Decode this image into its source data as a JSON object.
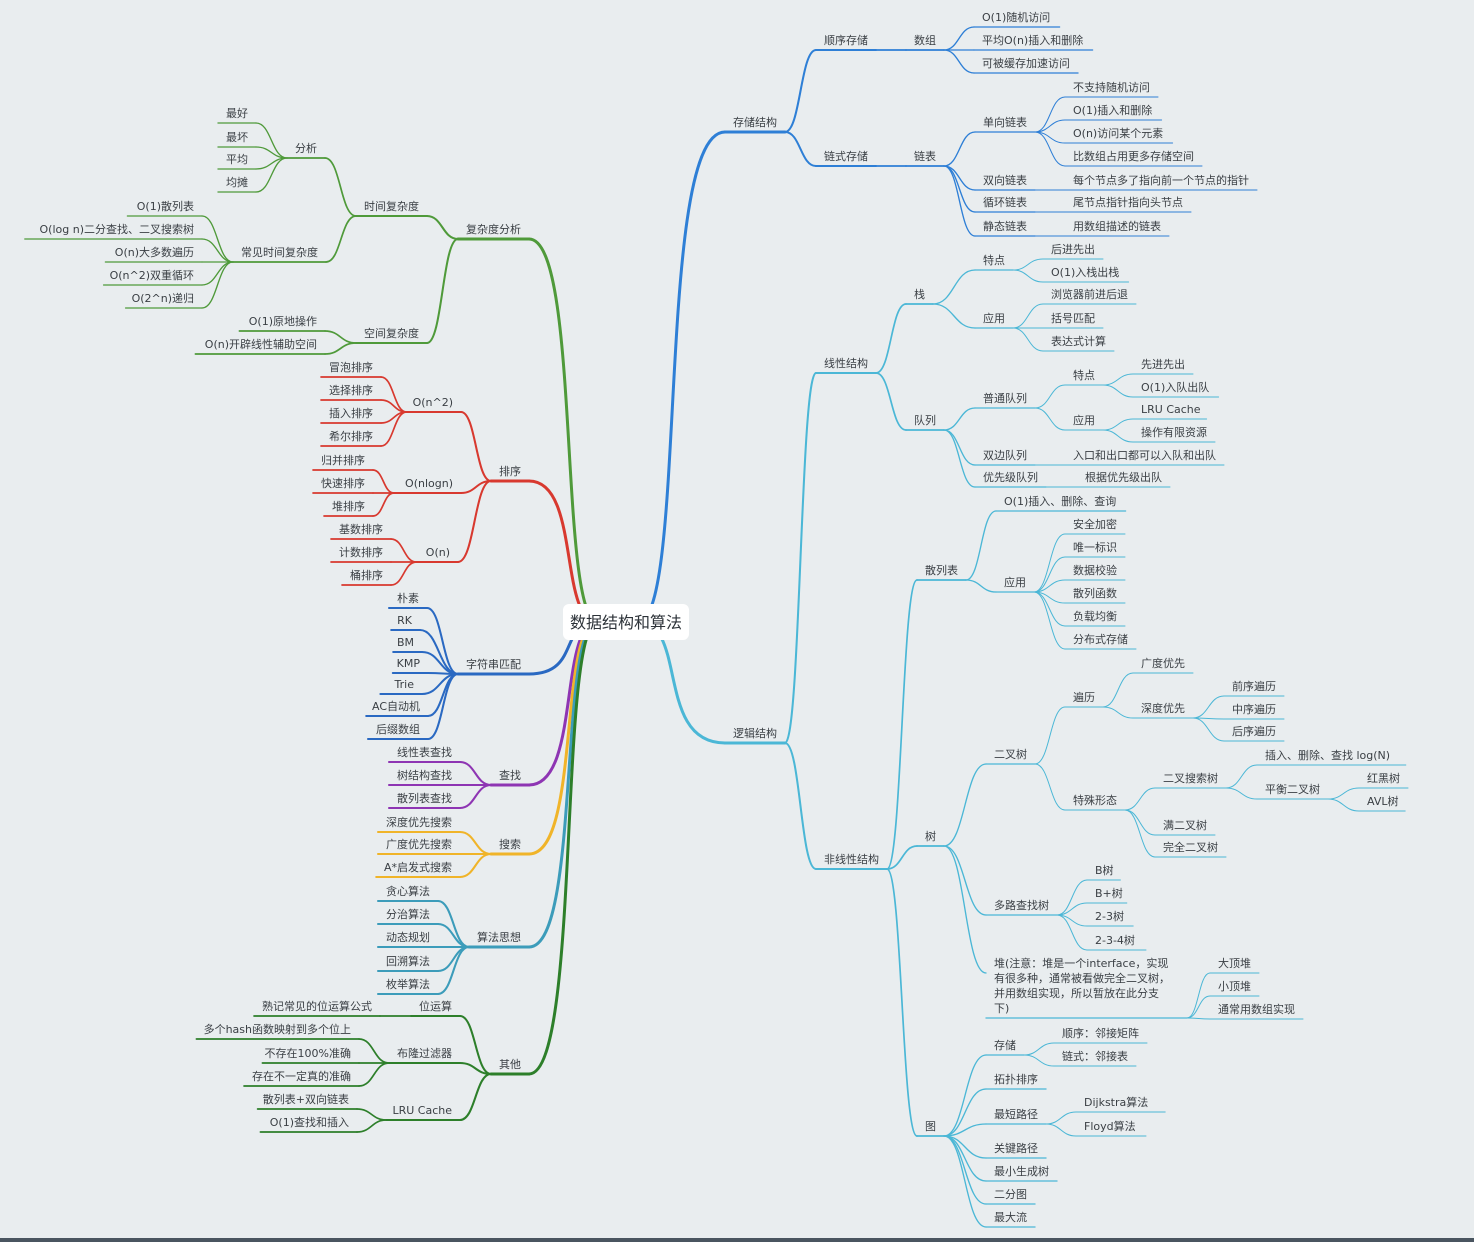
{
  "title": "数据结构和算法",
  "colors": {
    "blue": "#2e7fd6",
    "cyan": "#4bb7d6",
    "green": "#4f9a3a",
    "red": "#d8392f",
    "darkblue": "#2a69c2",
    "purple": "#8e35b3",
    "yellow": "#f0b429",
    "teal": "#3c9cba",
    "darkgreen": "#2d7f2a"
  },
  "right": [
    {
      "label": "存储结构",
      "color": "blue",
      "children": [
        {
          "label": "顺序存储",
          "children": [
            {
              "label": "数组",
              "children": [
                {
                  "label": "O(1)随机访问"
                },
                {
                  "label": "平均O(n)插入和删除"
                },
                {
                  "label": "可被缓存加速访问"
                }
              ]
            }
          ]
        },
        {
          "label": "链式存储",
          "children": [
            {
              "label": "链表",
              "children": [
                {
                  "label": "单向链表",
                  "children": [
                    {
                      "label": "不支持随机访问"
                    },
                    {
                      "label": "O(1)插入和删除"
                    },
                    {
                      "label": "O(n)访问某个元素"
                    },
                    {
                      "label": "比数组占用更多存储空间"
                    }
                  ]
                },
                {
                  "label": "双向链表",
                  "children": [
                    {
                      "label": "每个节点多了指向前一个节点的指针"
                    }
                  ]
                },
                {
                  "label": "循环链表",
                  "children": [
                    {
                      "label": "尾节点指针指向头节点"
                    }
                  ]
                },
                {
                  "label": "静态链表",
                  "children": [
                    {
                      "label": "用数组描述的链表"
                    }
                  ]
                }
              ]
            }
          ]
        }
      ]
    },
    {
      "label": "逻辑结构",
      "color": "cyan",
      "children": [
        {
          "label": "线性结构",
          "children": [
            {
              "label": "栈",
              "children": [
                {
                  "label": "特点",
                  "children": [
                    {
                      "label": "后进先出"
                    },
                    {
                      "label": "O(1)入栈出栈"
                    }
                  ]
                },
                {
                  "label": "应用",
                  "children": [
                    {
                      "label": "浏览器前进后退"
                    },
                    {
                      "label": "括号匹配"
                    },
                    {
                      "label": "表达式计算"
                    }
                  ]
                }
              ]
            },
            {
              "label": "队列",
              "children": [
                {
                  "label": "普通队列",
                  "children": [
                    {
                      "label": "特点",
                      "children": [
                        {
                          "label": "先进先出"
                        },
                        {
                          "label": "O(1)入队出队"
                        }
                      ]
                    },
                    {
                      "label": "应用",
                      "children": [
                        {
                          "label": "LRU Cache"
                        },
                        {
                          "label": "操作有限资源"
                        }
                      ]
                    }
                  ]
                },
                {
                  "label": "双边队列",
                  "children": [
                    {
                      "label": "入口和出口都可以入队和出队"
                    }
                  ]
                },
                {
                  "label": "优先级队列",
                  "children": [
                    {
                      "label": "根据优先级出队"
                    }
                  ]
                }
              ]
            }
          ]
        },
        {
          "label": "非线性结构",
          "children": [
            {
              "label": "散列表",
              "children": [
                {
                  "label": "O(1)插入、删除、查询"
                },
                {
                  "label": "应用",
                  "children": [
                    {
                      "label": "安全加密"
                    },
                    {
                      "label": "唯一标识"
                    },
                    {
                      "label": "数据校验"
                    },
                    {
                      "label": "散列函数"
                    },
                    {
                      "label": "负载均衡"
                    },
                    {
                      "label": "分布式存储"
                    }
                  ]
                }
              ]
            },
            {
              "label": "树",
              "children": [
                {
                  "label": "二叉树",
                  "children": [
                    {
                      "label": "遍历",
                      "children": [
                        {
                          "label": "广度优先"
                        },
                        {
                          "label": "深度优先",
                          "children": [
                            {
                              "label": "前序遍历"
                            },
                            {
                              "label": "中序遍历"
                            },
                            {
                              "label": "后序遍历"
                            }
                          ]
                        }
                      ]
                    },
                    {
                      "label": "特殊形态",
                      "children": [
                        {
                          "label": "二叉搜索树",
                          "children": [
                            {
                              "label": "插入、删除、查找 log(N)"
                            },
                            {
                              "label": "平衡二叉树",
                              "children": [
                                {
                                  "label": "红黑树"
                                },
                                {
                                  "label": "AVL树"
                                }
                              ]
                            }
                          ]
                        },
                        {
                          "label": "满二叉树"
                        },
                        {
                          "label": "完全二叉树"
                        }
                      ]
                    }
                  ]
                },
                {
                  "label": "多路查找树",
                  "children": [
                    {
                      "label": "B树"
                    },
                    {
                      "label": "B+树"
                    },
                    {
                      "label": "2-3树"
                    },
                    {
                      "label": "2-3-4树"
                    }
                  ]
                },
                {
                  "label": "堆(注意：堆是一个interface，实现有很多种，通常被看做完全二叉树，并用数组实现，所以暂放在此分支下)",
                  "lines": [
                    "堆(注意：堆是一个interface，实现",
                    "有很多种，通常被看做完全二叉树，",
                    "并用数组实现，所以暂放在此分支",
                    "下)"
                  ],
                  "children": [
                    {
                      "label": "大顶堆"
                    },
                    {
                      "label": "小顶堆"
                    },
                    {
                      "label": "通常用数组实现"
                    }
                  ]
                }
              ]
            },
            {
              "label": "图",
              "children": [
                {
                  "label": "存储",
                  "children": [
                    {
                      "label": "顺序：邻接矩阵"
                    },
                    {
                      "label": "链式：邻接表"
                    }
                  ]
                },
                {
                  "label": "拓扑排序"
                },
                {
                  "label": "最短路径",
                  "children": [
                    {
                      "label": "Dijkstra算法"
                    },
                    {
                      "label": "Floyd算法"
                    }
                  ]
                },
                {
                  "label": "关键路径"
                },
                {
                  "label": "最小生成树"
                },
                {
                  "label": "二分图"
                },
                {
                  "label": "最大流"
                }
              ]
            }
          ]
        }
      ]
    }
  ],
  "left": [
    {
      "label": "复杂度分析",
      "color": "green",
      "children": [
        {
          "label": "时间复杂度",
          "children": [
            {
              "label": "分析",
              "children": [
                {
                  "label": "最好"
                },
                {
                  "label": "最坏"
                },
                {
                  "label": "平均"
                },
                {
                  "label": "均摊"
                }
              ]
            },
            {
              "label": "常见时间复杂度",
              "children": [
                {
                  "label": "O(1)散列表"
                },
                {
                  "label": "O(log n)二分查找、二叉搜索树"
                },
                {
                  "label": "O(n)大多数遍历"
                },
                {
                  "label": "O(n^2)双重循环"
                },
                {
                  "label": "O(2^n)递归"
                }
              ]
            }
          ]
        },
        {
          "label": "空间复杂度",
          "children": [
            {
              "label": "O(1)原地操作"
            },
            {
              "label": "O(n)开辟线性辅助空间"
            }
          ]
        }
      ]
    },
    {
      "label": "排序",
      "color": "red",
      "children": [
        {
          "label": "O(n^2)",
          "children": [
            {
              "label": "冒泡排序"
            },
            {
              "label": "选择排序"
            },
            {
              "label": "插入排序"
            },
            {
              "label": "希尔排序"
            }
          ]
        },
        {
          "label": "O(nlogn)",
          "children": [
            {
              "label": "归并排序"
            },
            {
              "label": "快速排序"
            },
            {
              "label": "堆排序"
            }
          ]
        },
        {
          "label": "O(n)",
          "children": [
            {
              "label": "基数排序"
            },
            {
              "label": "计数排序"
            },
            {
              "label": "桶排序"
            }
          ]
        }
      ]
    },
    {
      "label": "字符串匹配",
      "color": "darkblue",
      "children": [
        {
          "label": "朴素"
        },
        {
          "label": "RK"
        },
        {
          "label": "BM"
        },
        {
          "label": "KMP"
        },
        {
          "label": "Trie"
        },
        {
          "label": "AC自动机"
        },
        {
          "label": "后缀数组"
        }
      ]
    },
    {
      "label": "查找",
      "color": "purple",
      "children": [
        {
          "label": "线性表查找"
        },
        {
          "label": "树结构查找"
        },
        {
          "label": "散列表查找"
        }
      ]
    },
    {
      "label": "搜索",
      "color": "yellow",
      "children": [
        {
          "label": "深度优先搜索"
        },
        {
          "label": "广度优先搜索"
        },
        {
          "label": "A*启发式搜索"
        }
      ]
    },
    {
      "label": "算法思想",
      "color": "teal",
      "children": [
        {
          "label": "贪心算法"
        },
        {
          "label": "分治算法"
        },
        {
          "label": "动态规划"
        },
        {
          "label": "回溯算法"
        },
        {
          "label": "枚举算法"
        }
      ]
    },
    {
      "label": "其他",
      "color": "darkgreen",
      "children": [
        {
          "label": "位运算",
          "children": [
            {
              "label": "熟记常见的位运算公式"
            }
          ]
        },
        {
          "label": "布隆过滤器",
          "children": [
            {
              "label": "多个hash函数映射到多个位上"
            },
            {
              "label": "不存在100%准确"
            },
            {
              "label": "存在不一定真的准确"
            }
          ]
        },
        {
          "label": "LRU Cache",
          "children": [
            {
              "label": "散列表+双向链表"
            },
            {
              "label": "O(1)查找和插入"
            }
          ]
        }
      ]
    }
  ]
}
